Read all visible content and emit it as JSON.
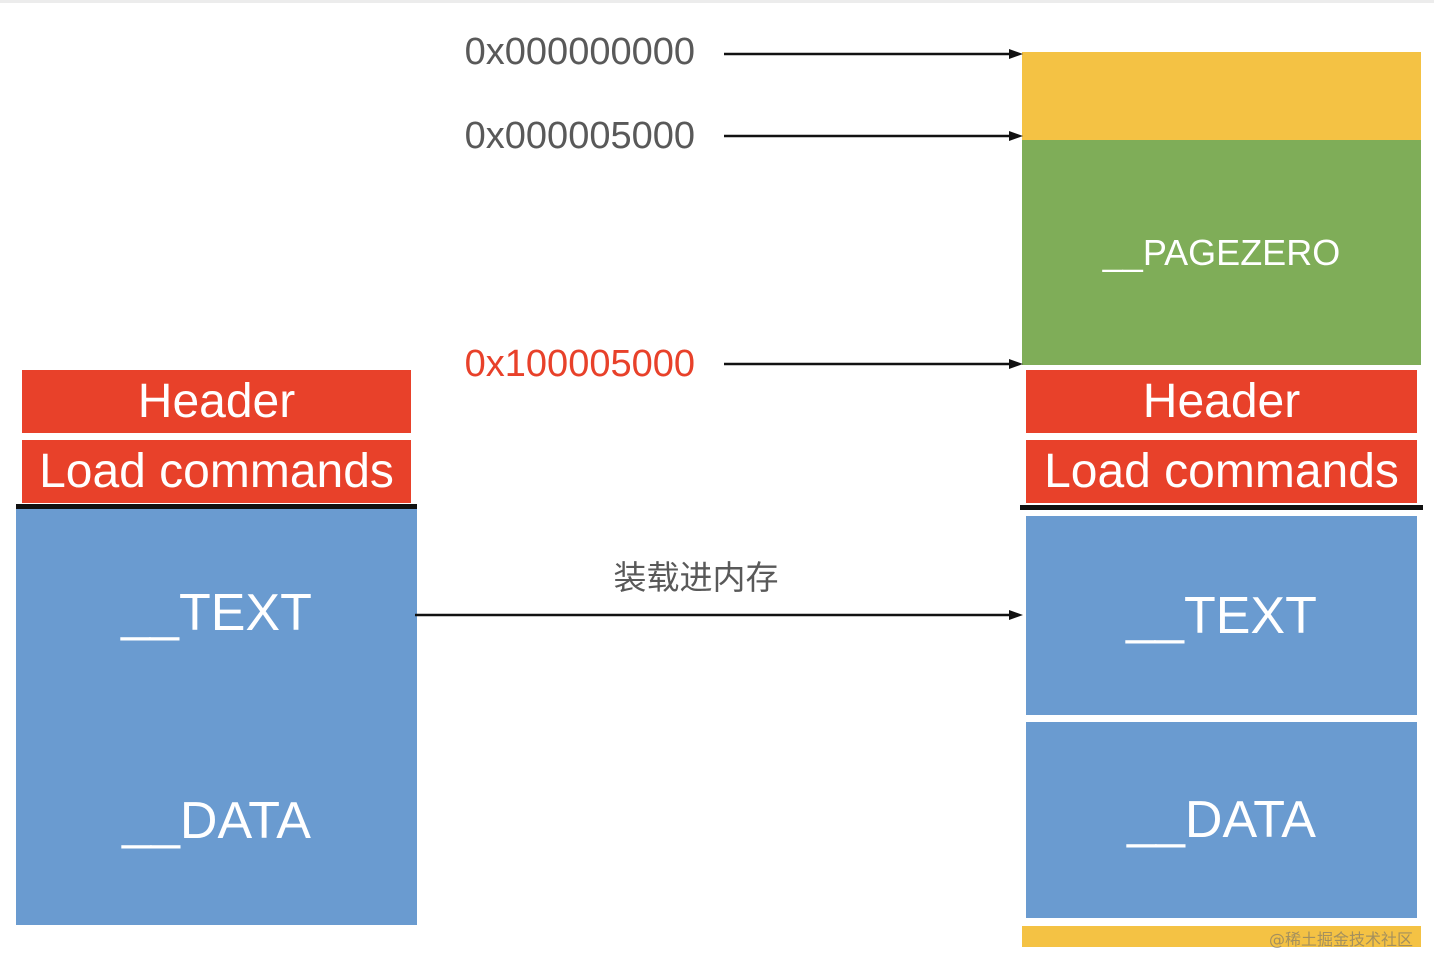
{
  "file_layout": {
    "header_label": "Header",
    "load_commands_label": "Load commands",
    "text_segment_label": "__TEXT",
    "data_segment_label": "__DATA"
  },
  "addresses": [
    {
      "value": "0x000000000",
      "color": "#595959"
    },
    {
      "value": "0x000005000",
      "color": "#595959"
    },
    {
      "value": "0x100005000",
      "color": "#E8412A"
    }
  ],
  "load_arrow_label": "装载进内存",
  "memory_layout": {
    "pagezero_label": "__PAGEZERO",
    "header_label": "Header",
    "load_commands_label": "Load commands",
    "text_segment_label": "__TEXT",
    "data_segment_label": "__DATA"
  },
  "watermark": "@稀土掘金技术社区",
  "colors": {
    "header_red": "#E8412A",
    "segment_blue": "#6A9BD0",
    "pagezero_green": "#7FAD58",
    "padding_yellow": "#F4C244"
  }
}
